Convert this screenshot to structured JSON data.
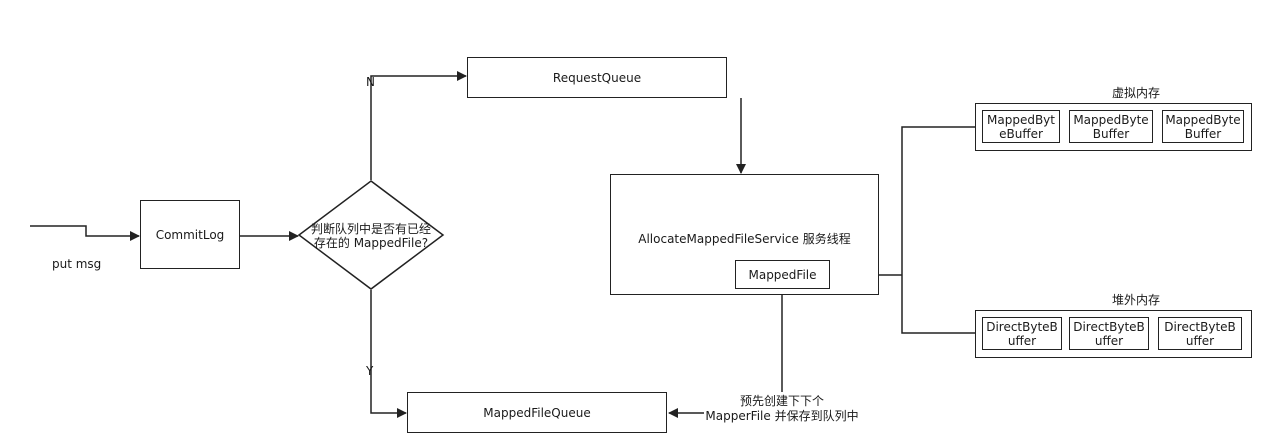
{
  "input_label": "put msg",
  "commitlog": "CommitLog",
  "decision": {
    "line1": "判断队列中是否有已经",
    "line2": "存在的 MappedFile?"
  },
  "branch_no": "N",
  "branch_yes": "Y",
  "request_queue": "RequestQueue",
  "mapped_file_queue": "MappedFileQueue",
  "service": "AllocateMappedFileService 服务线程",
  "mapped_file": "MappedFile",
  "virtual_memory": {
    "title": "虚拟内存",
    "items": [
      "MappedByteBuffer",
      "MappedByteBuffer",
      "MappedByteBuffer"
    ]
  },
  "offheap_memory": {
    "title": "堆外内存",
    "items": [
      "DirectByteBuffer",
      "DirectByteBuffer",
      "DirectByteBuffer"
    ]
  },
  "precreate_note": {
    "line1": "预先创建下下个",
    "line2": "MapperFile 并保存到队列中"
  }
}
